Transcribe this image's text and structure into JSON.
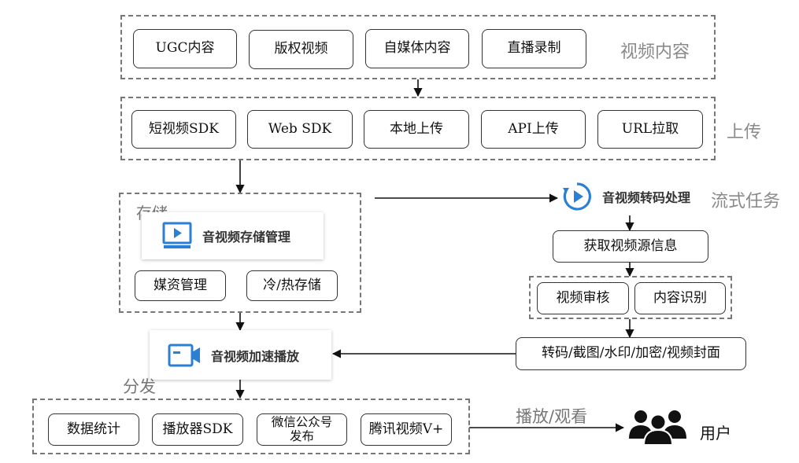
{
  "sources": {
    "label": "视频内容",
    "items": [
      "UGC内容",
      "版权视频",
      "自媒体内容",
      "直播录制"
    ]
  },
  "upload": {
    "label": "上传",
    "items": [
      "短视频SDK",
      "Web SDK",
      "本地上传",
      "API上传",
      "URL拉取"
    ]
  },
  "storage": {
    "label": "存储",
    "card_title": "音视频存储管理",
    "items": [
      "媒资管理",
      "冷/热存储"
    ]
  },
  "processing": {
    "label": "流式任务",
    "card_title": "音视频转码处理",
    "step1": "获取视频源信息",
    "review": [
      "视频审核",
      "内容识别"
    ],
    "step3": "转码/截图/水印/加密/视频封面"
  },
  "playback": {
    "card_title": "音视频加速播放"
  },
  "distribution": {
    "label": "分发",
    "items": [
      "数据统计",
      "播放器SDK",
      "微信公众号发布",
      "腾讯视频V+"
    ]
  },
  "watch": {
    "label": "播放/观看",
    "user_label": "用户"
  },
  "colors": {
    "accent": "#2b7fd4",
    "dashed_border": "#777777",
    "label_gray": "#8a8a8a"
  },
  "icons": [
    "player-icon",
    "storage-icon",
    "video-camera-icon",
    "users-icon"
  ]
}
